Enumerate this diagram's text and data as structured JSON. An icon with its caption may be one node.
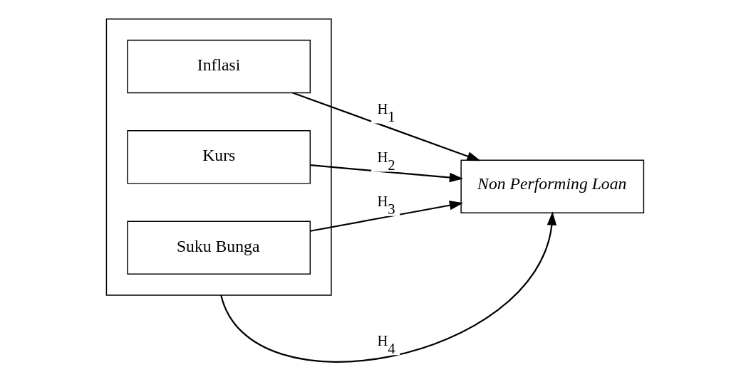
{
  "diagram": {
    "nodes": [
      {
        "text": [],
        "shape": "box"
      },
      {
        "text": [
          "Inflasi"
        ],
        "in": 0
      },
      {
        "text": [
          "Kurs"
        ],
        "in": 0
      },
      {
        "text": [
          "Suku Bunga"
        ],
        "in": 0
      },
      {
        "text": [
          "Non Performing Loan"
        ]
      }
    ],
    "edges": [
      {
        "from": 1,
        "to": 4,
        "arrow": "to",
        "label": "H$_{1}$"
      },
      {
        "from": 2,
        "to": 4,
        "arrow": "to",
        "label": "H$_{2}$"
      },
      {
        "from": 3,
        "to": 4,
        "arrow": "to",
        "label": "H$_{3}$"
      },
      {
        "from": 0,
        "to": 4,
        "arrow": "to",
        "label": "H$_{4}$"
      }
    ]
  }
}
